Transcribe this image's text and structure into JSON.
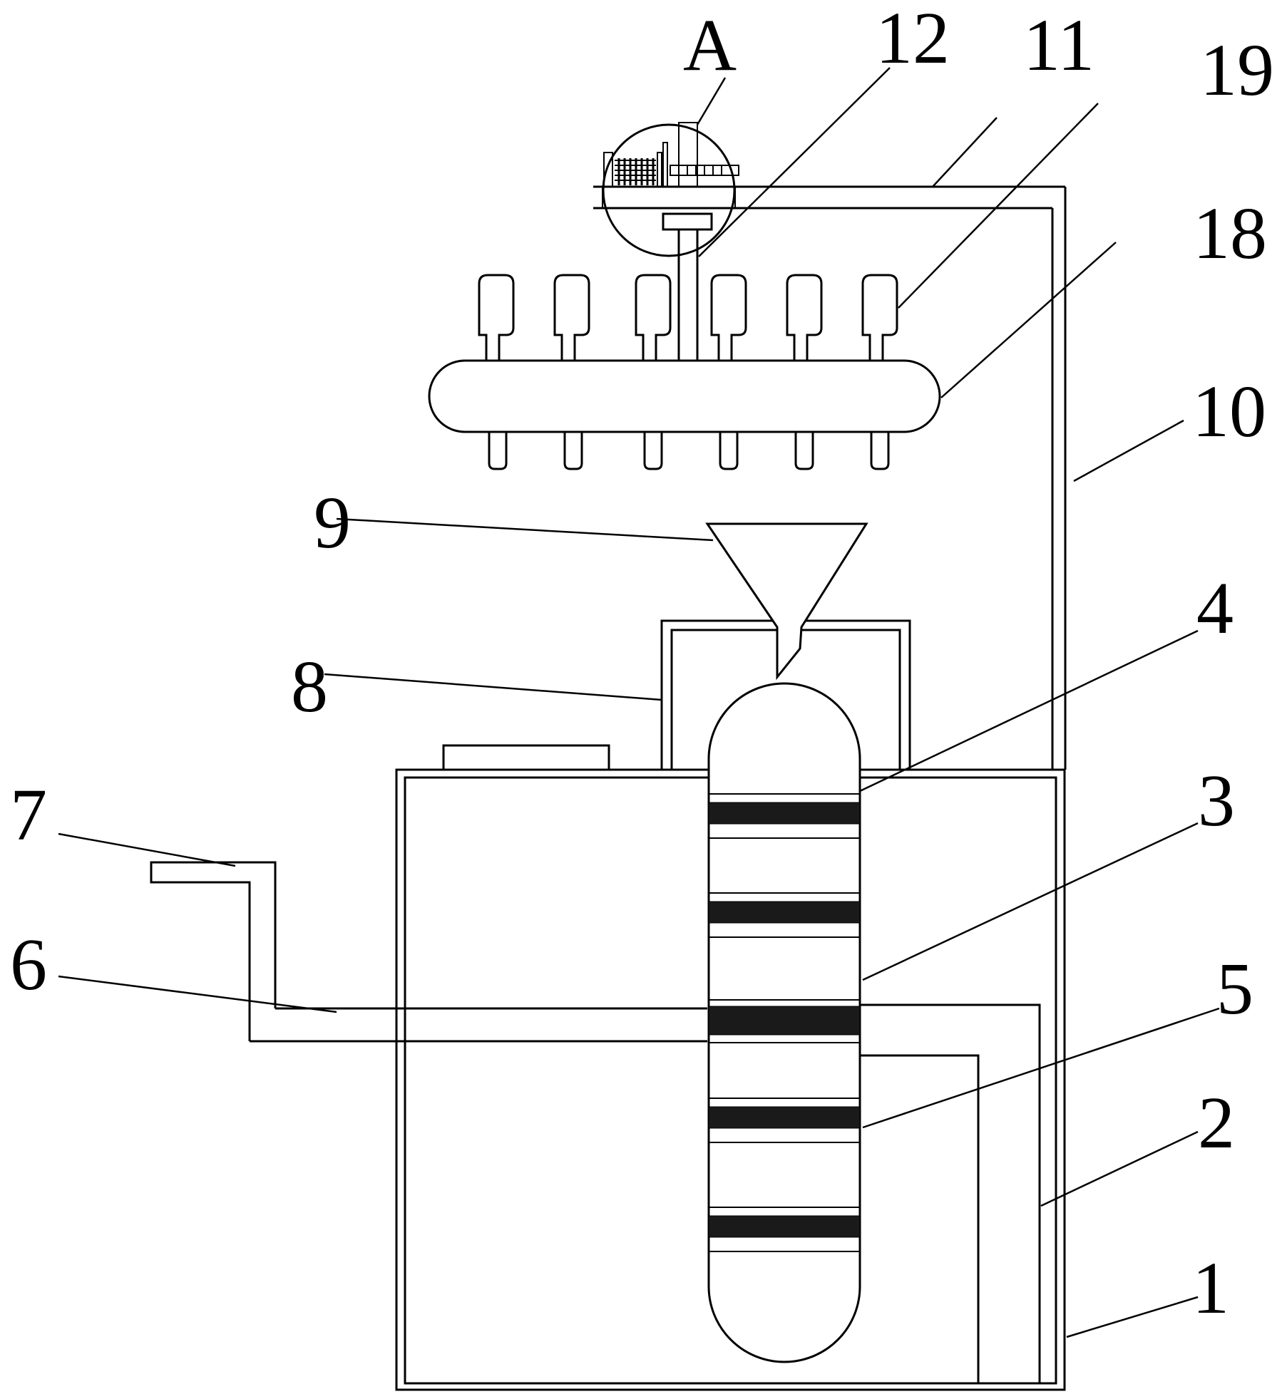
{
  "callouts": {
    "A": "A",
    "n12": "12",
    "n11": "11",
    "n19": "19",
    "n18": "18",
    "n10": "10",
    "n9": "9",
    "n8": "8",
    "n4": "4",
    "n7": "7",
    "n3": "3",
    "n6": "6",
    "n5": "5",
    "n2": "2",
    "n1": "1"
  }
}
